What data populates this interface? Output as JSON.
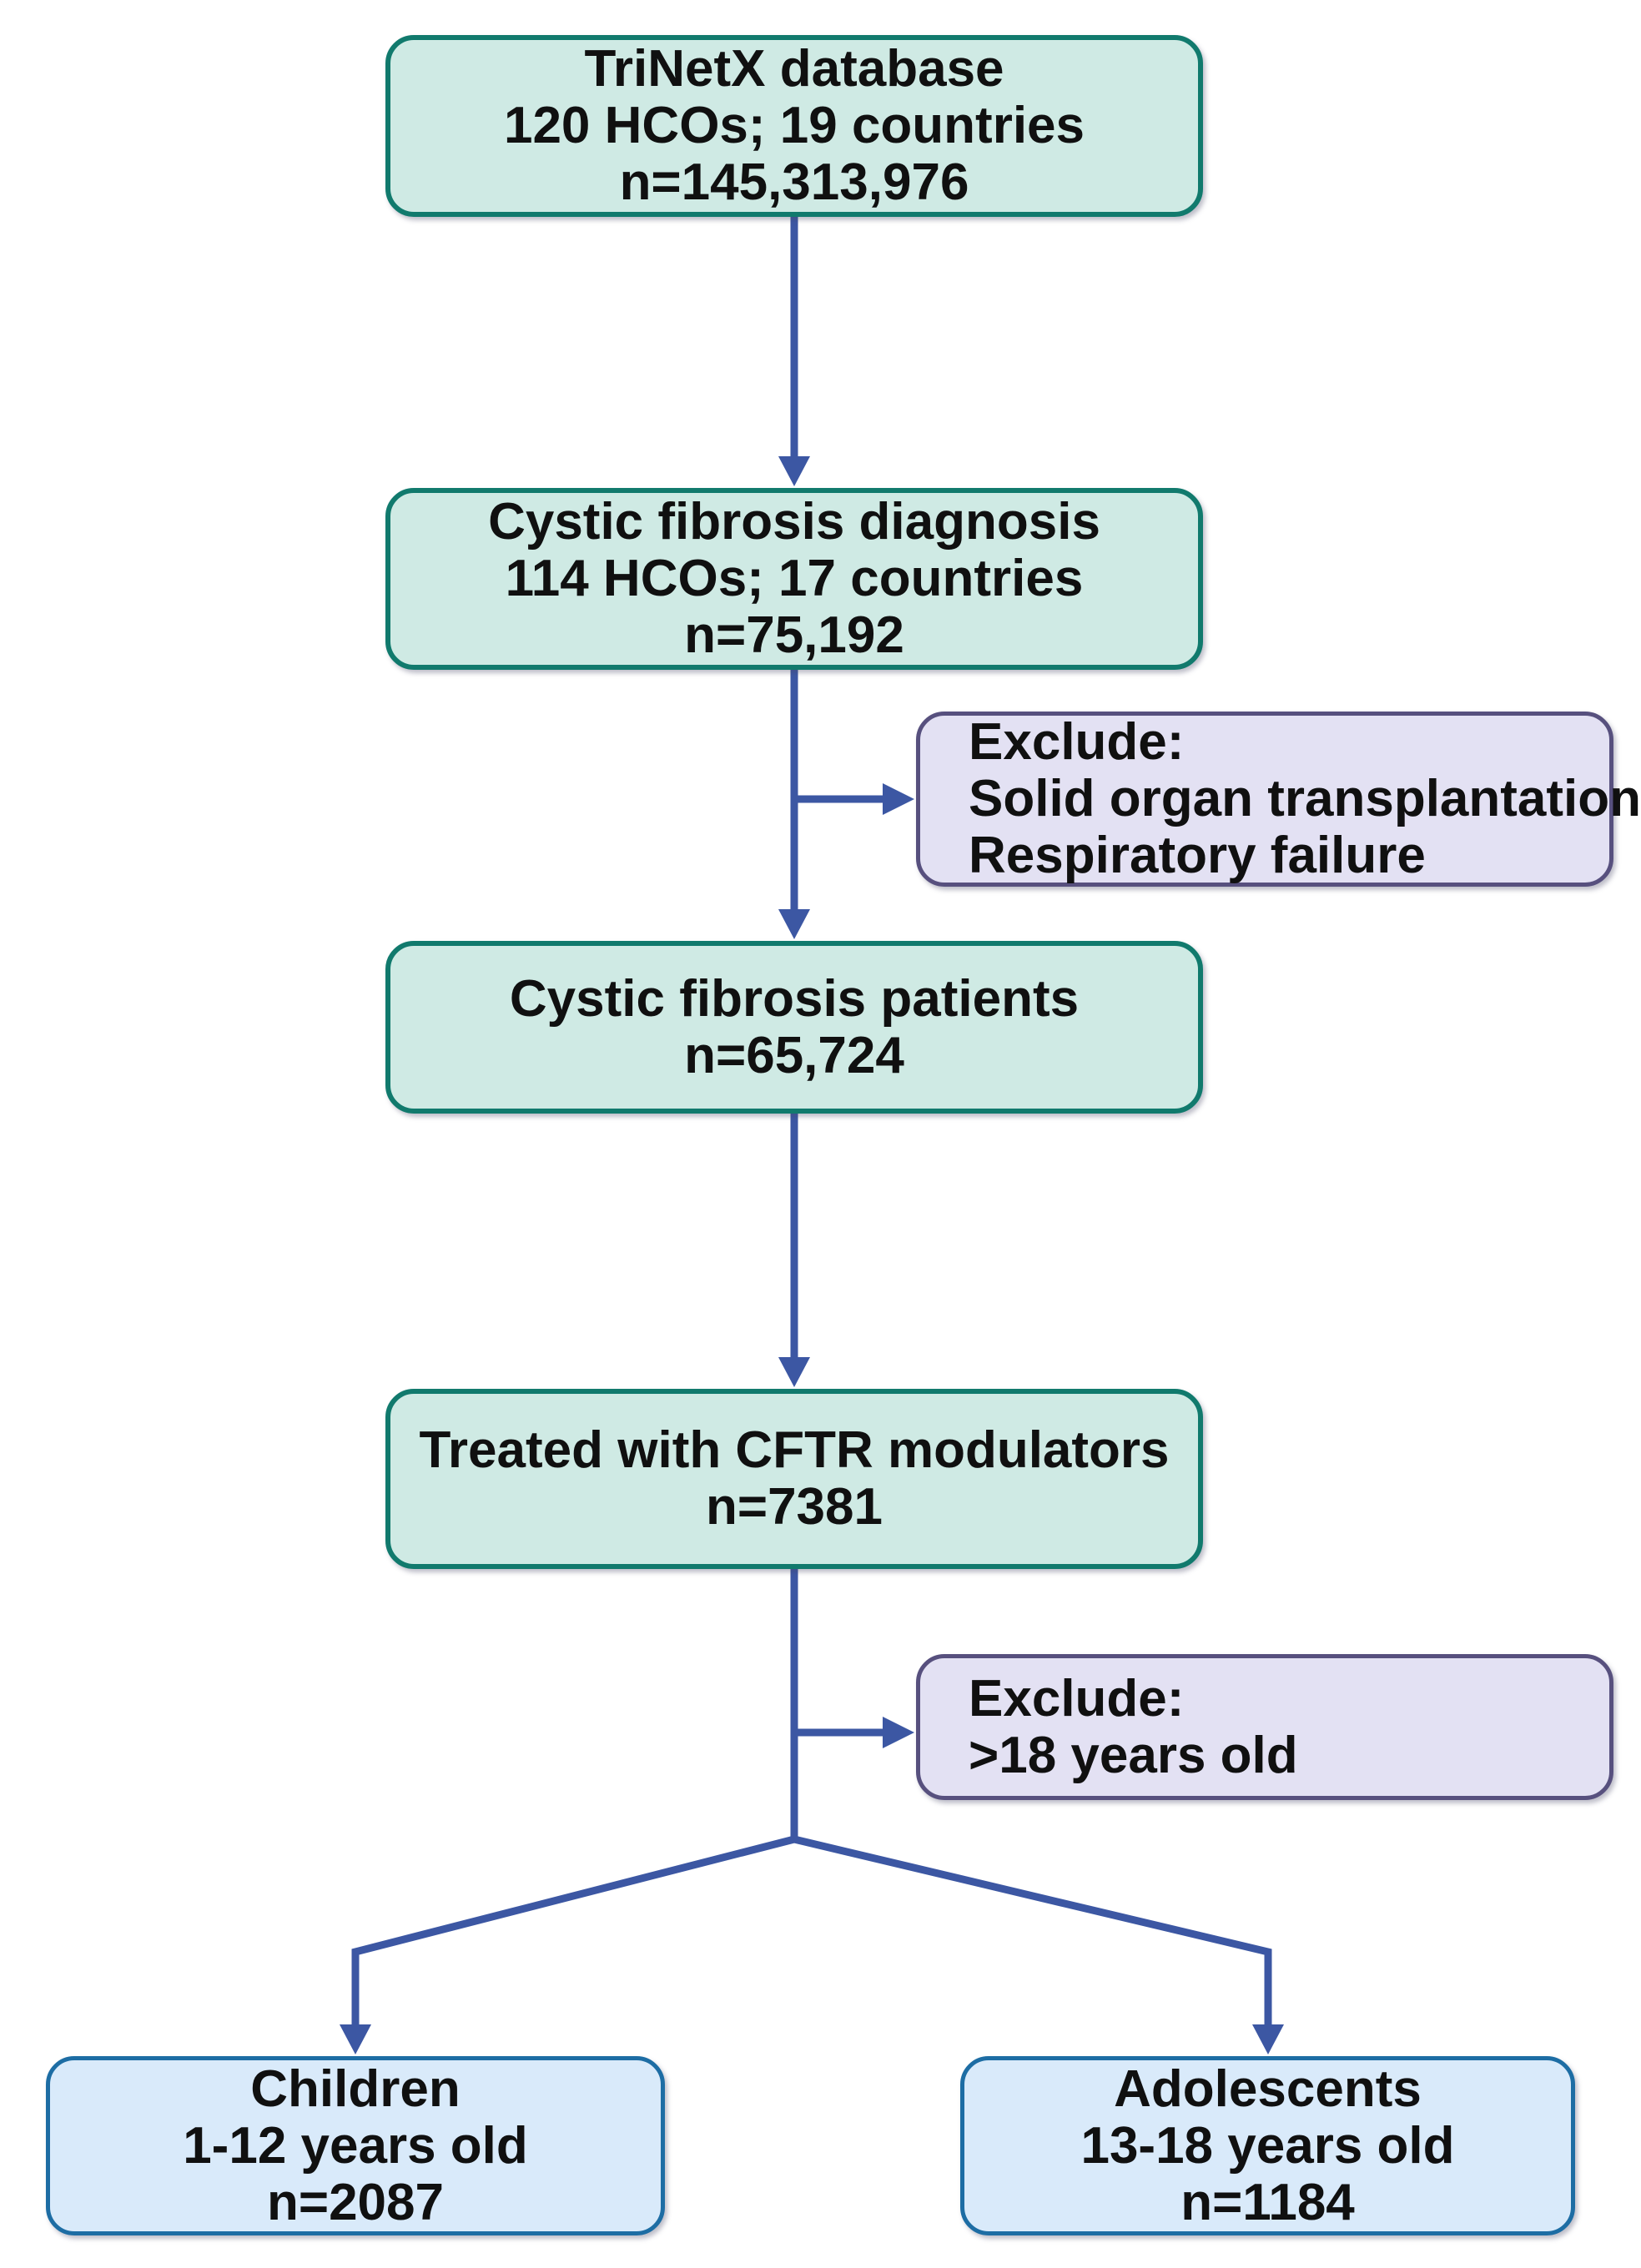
{
  "nodes": {
    "trinetx": {
      "lines": [
        "TriNetX database",
        "120 HCOs; 19 countries",
        "n=145,313,976"
      ]
    },
    "cf_diagnosis": {
      "lines": [
        "Cystic fibrosis diagnosis",
        "114 HCOs; 17 countries",
        "n=75,192"
      ]
    },
    "exclude_transplant": {
      "lines": [
        "Exclude:",
        "Solid organ transplantation",
        "Respiratory failure"
      ]
    },
    "cf_patients": {
      "lines": [
        "Cystic fibrosis patients",
        "n=65,724"
      ]
    },
    "cftr_modulators": {
      "lines": [
        "Treated with CFTR modulators",
        "n=7381"
      ]
    },
    "exclude_age": {
      "lines": [
        "Exclude:",
        ">18 years old"
      ]
    },
    "children": {
      "lines": [
        "Children",
        "1-12 years old",
        "n=2087"
      ]
    },
    "adolescents": {
      "lines": [
        "Adolescents",
        "13-18 years old",
        "n=1184"
      ]
    }
  },
  "colors": {
    "cohort-fill": "#cfeae4",
    "cohort-border": "#117a6d",
    "exclude-fill": "#e3e1f3",
    "exclude-border": "#57507e",
    "group-fill": "#d9eafa",
    "group-border": "#1d6da4",
    "arrow": "#3c57a3",
    "text": "#101010",
    "background": "#ffffff"
  }
}
